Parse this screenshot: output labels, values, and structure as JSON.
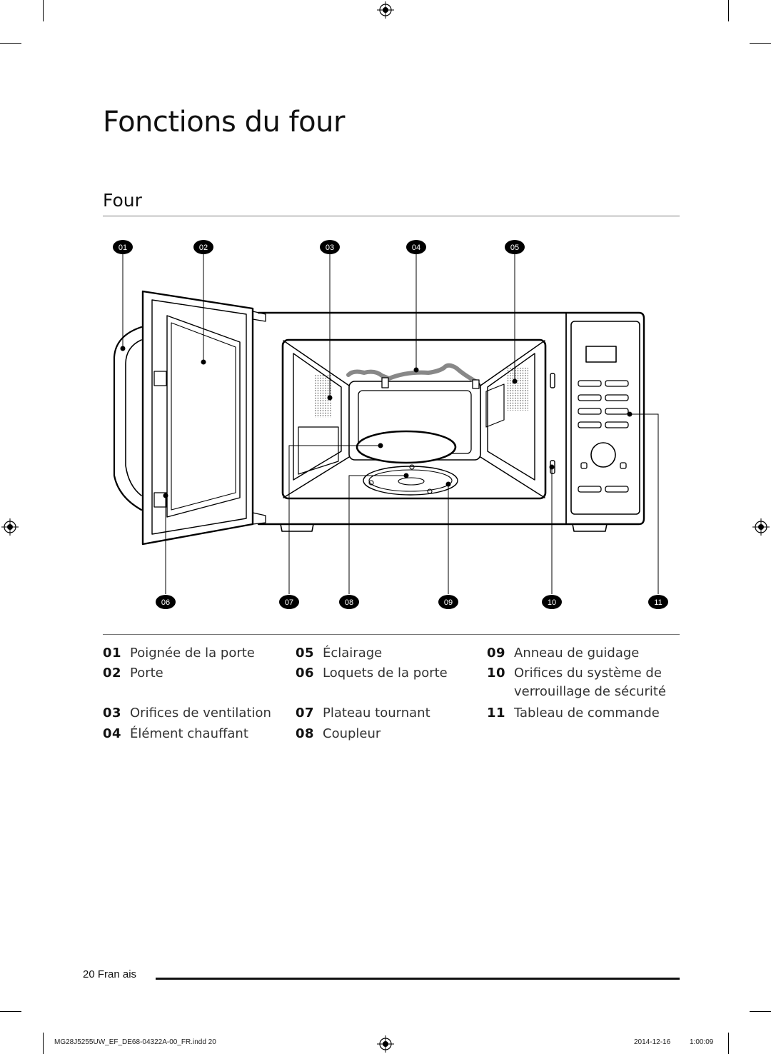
{
  "page": {
    "title": "Fonctions du four",
    "section": "Four"
  },
  "callouts": [
    "01",
    "02",
    "03",
    "04",
    "05",
    "06",
    "07",
    "08",
    "09",
    "10",
    "11"
  ],
  "legend": [
    {
      "num": "01",
      "label": "Poignée de la porte"
    },
    {
      "num": "02",
      "label": "Porte"
    },
    {
      "num": "03",
      "label": "Orifices de ventilation"
    },
    {
      "num": "04",
      "label": "Élément chauffant"
    },
    {
      "num": "05",
      "label": "Éclairage"
    },
    {
      "num": "06",
      "label": "Loquets de la porte"
    },
    {
      "num": "07",
      "label": "Plateau tournant"
    },
    {
      "num": "08",
      "label": "Coupleur"
    },
    {
      "num": "09",
      "label": "Anneau de guidage"
    },
    {
      "num": "10",
      "label": "Orifices du système de verrouillage de sécurité",
      "line1": "Orifices du système de",
      "line2": "verrouillage de sécurité"
    },
    {
      "num": "11",
      "label": "Tableau de commande"
    }
  ],
  "footer": {
    "page_number": "20",
    "language": "Fran ais",
    "file": "MG28J5255UW_EF_DE68-04322A-00_FR.indd   20",
    "date": "2014-12-16",
    "time": "1:00:09"
  },
  "colors": {
    "callout_fill": "#000000",
    "callout_text": "#ffffff",
    "line": "#000000"
  }
}
